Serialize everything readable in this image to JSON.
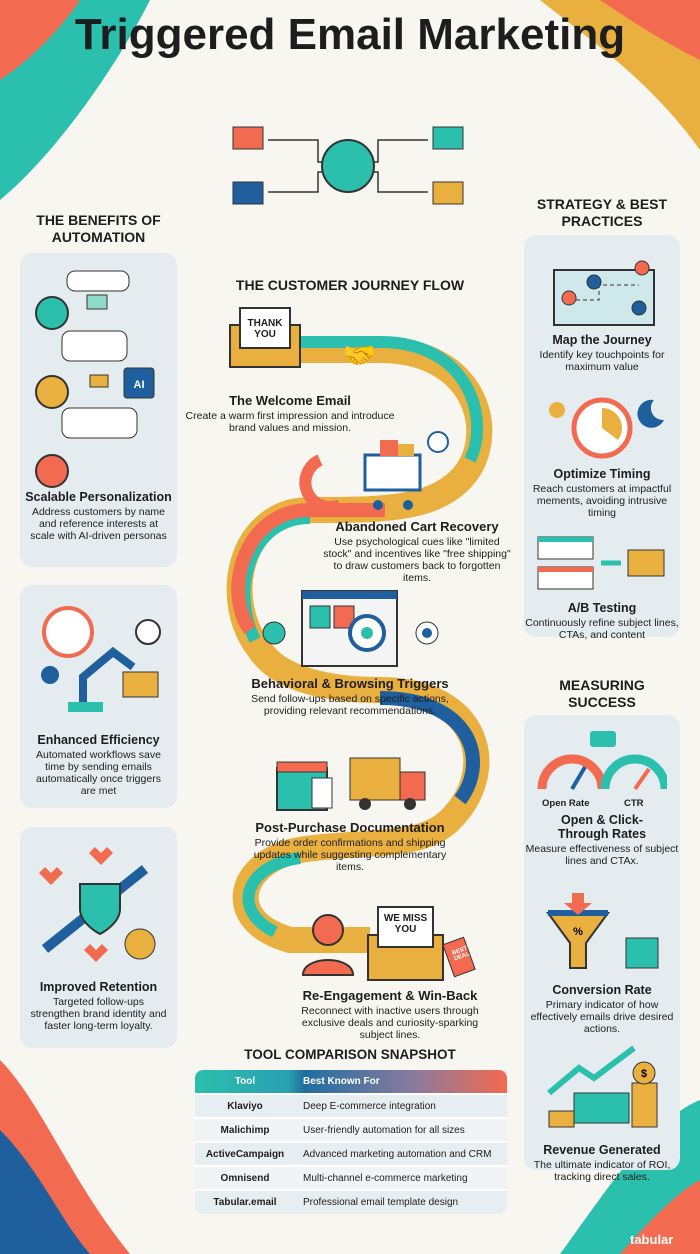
{
  "title": "Triggered Email Marketing",
  "benefits": {
    "heading": "THE BENEFITS OF AUTOMATION",
    "items": [
      {
        "title": "Scalable Personalization",
        "desc": "Address customers by name and reference interests at scale with AI-driven personas",
        "icon": "ai-chip-icon"
      },
      {
        "title": "Enhanced Efficiency",
        "desc": "Automated workflows save time by sending emails automatically once triggers are met",
        "icon": "robot-arm-icon"
      },
      {
        "title": "Improved Retention",
        "desc": "Targeted follow-ups strengthen brand identity and faster long-term loyalty.",
        "icon": "chain-shield-icon"
      }
    ]
  },
  "journey": {
    "heading": "THE CUSTOMER JOURNEY FLOW",
    "steps": [
      {
        "title": "The Welcome Email",
        "desc": "Create a warm first impression and introduce brand values and mission.",
        "badge": "THANK YOU"
      },
      {
        "title": "Abandoned Cart Recovery",
        "desc": "Use psychological cues like \"limited stock\" and incentives like \"free shipping\" to draw customers back to forgotten items."
      },
      {
        "title": "Behavioral & Browsing Triggers",
        "desc": "Send follow-ups based on specific actions, providing relevant recommendations."
      },
      {
        "title": "Post-Purchase Documentation",
        "desc": "Provide order confirmations and shipping updates while suggesting complementary items."
      },
      {
        "title": "Re-Engagement & Win-Back",
        "desc": "Reconnect with inactive users through exclusive deals and curiosity-sparking subject lines.",
        "badge": "WE MISS YOU",
        "tag": "BEST DEAL"
      }
    ]
  },
  "strategy": {
    "heading": "STRATEGY & BEST PRACTICES",
    "items": [
      {
        "title": "Map the Journey",
        "desc": "Identify key touchpoints for maximum value"
      },
      {
        "title": "Optimize Timing",
        "desc": "Reach customers at impactful mements, avoiding intrusive timing"
      },
      {
        "title": "A/B Testing",
        "desc": "Continuously refine subject lines, CTAs, and content"
      }
    ]
  },
  "measuring": {
    "heading": "MEASURING SUCCESS",
    "gauge_labels": [
      "Open Rate",
      "CTR"
    ],
    "items": [
      {
        "title": "Open & Click-Through Rates",
        "desc": "Measure effectiveness of subject lines and CTAx."
      },
      {
        "title": "Conversion Rate",
        "desc": "Primary indicator of how effectively emails drive desired actions.",
        "symbol": "%"
      },
      {
        "title": "Revenue Generated",
        "desc": "The ultimate indicator of ROI, tracking direct sales.",
        "symbol": "$"
      }
    ]
  },
  "tools": {
    "heading": "TOOL COMPARISON SNAPSHOT",
    "columns": [
      "Tool",
      "Best Known For"
    ],
    "rows": [
      [
        "Klaviyo",
        "Deep E-commerce integration"
      ],
      [
        "Malichimp",
        "User-friendly automation for all sizes"
      ],
      [
        "ActiveCampaign",
        "Advanced marketing automation and CRM"
      ],
      [
        "Omnisend",
        "Multi-channel e-commerce marketing"
      ],
      [
        "Tabular.email",
        "Professional email template design"
      ]
    ]
  },
  "logo": "tabular",
  "colors": {
    "teal": "#2bbfae",
    "orange": "#f26b50",
    "yellow": "#e9b03f",
    "blue": "#1f5f9e"
  }
}
